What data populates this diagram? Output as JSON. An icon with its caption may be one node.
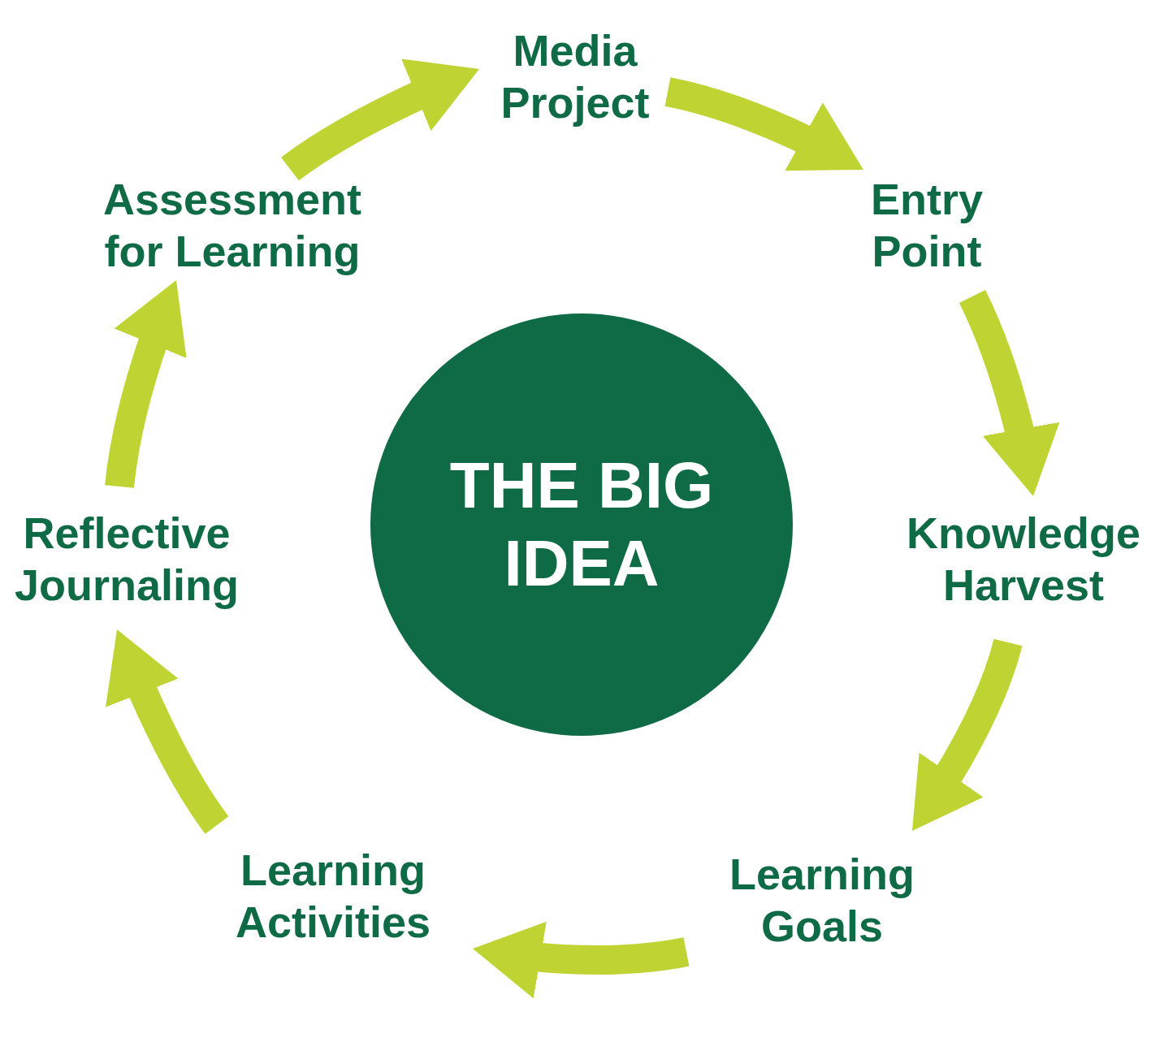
{
  "diagram": {
    "nodes": [
      {
        "text": [
          "THE BIG IDEA"
        ]
      },
      {
        "text": [
          "Media Project"
        ]
      },
      {
        "text": [
          "Entry Point"
        ]
      },
      {
        "text": [
          "Knowledge Harvest"
        ]
      },
      {
        "text": [
          "Learning Goals"
        ]
      },
      {
        "text": [
          "Learning Activities"
        ]
      },
      {
        "text": [
          "Reflective Journaling"
        ]
      },
      {
        "text": [
          "Assessment for Learning"
        ]
      }
    ],
    "edges": [
      {
        "from": 1,
        "to": 2,
        "arrow": "to"
      },
      {
        "from": 2,
        "to": 3,
        "arrow": "to"
      },
      {
        "from": 3,
        "to": 4,
        "arrow": "to"
      },
      {
        "from": 4,
        "to": 5,
        "arrow": "to"
      },
      {
        "from": 5,
        "to": 6,
        "arrow": "to"
      },
      {
        "from": 6,
        "to": 7,
        "arrow": "to"
      },
      {
        "from": 7,
        "to": 1,
        "arrow": "to"
      }
    ]
  }
}
